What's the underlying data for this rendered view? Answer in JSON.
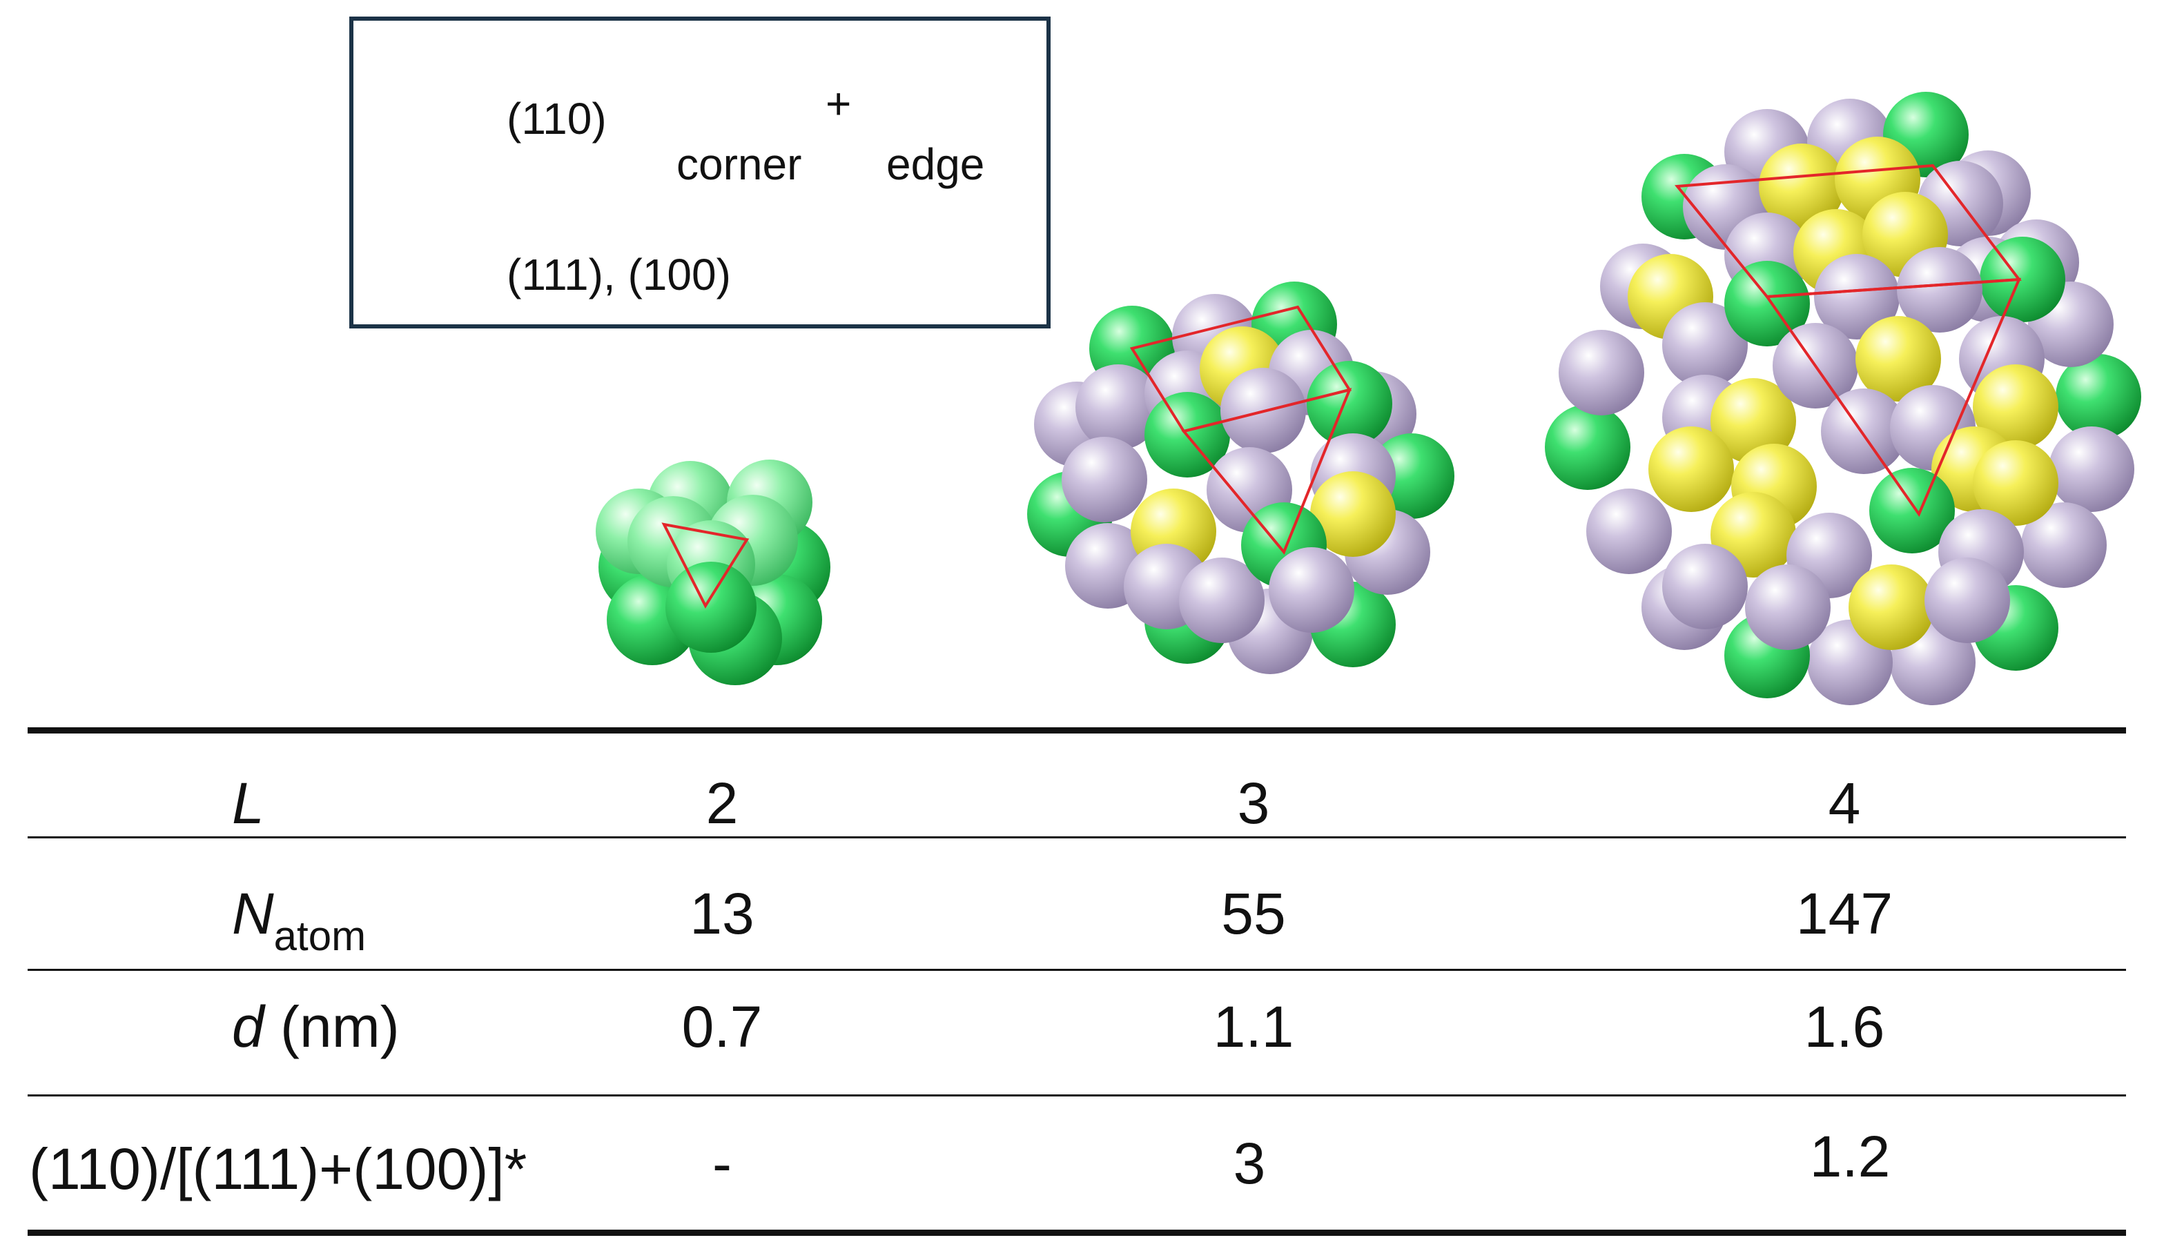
{
  "legend": {
    "line_label": "(110)",
    "plus": "+",
    "corner_label": "corner",
    "edge_label": "edge",
    "yellow_label": "(111), (100)",
    "colors": {
      "corner_green": "#2ecc5a",
      "edge_lavender": "#c3b6d6",
      "facet_yellow": "#f2ec4a",
      "line_red": "#e3262a",
      "box_border": "#1c3347"
    }
  },
  "clusters": [
    {
      "L": "2",
      "description_icon": "cluster-13-icon"
    },
    {
      "L": "3",
      "description_icon": "cluster-55-icon"
    },
    {
      "L": "4",
      "description_icon": "cluster-147-icon"
    }
  ],
  "table": {
    "rows": [
      {
        "label_main": "L",
        "label_sub": "",
        "label_rest": "",
        "values": [
          "2",
          "3",
          "4"
        ]
      },
      {
        "label_main": "N",
        "label_sub": "atom",
        "label_rest": "",
        "values": [
          "13",
          "55",
          "147"
        ]
      },
      {
        "label_main": "d",
        "label_sub": "",
        "label_rest": " (nm)",
        "values": [
          "0.7",
          "1.1",
          "1.6"
        ]
      },
      {
        "label_main": "",
        "label_sub": "",
        "label_rest": "(110)/[(111)+(100)]*",
        "values": [
          "-",
          "3",
          "1.2"
        ]
      }
    ]
  }
}
